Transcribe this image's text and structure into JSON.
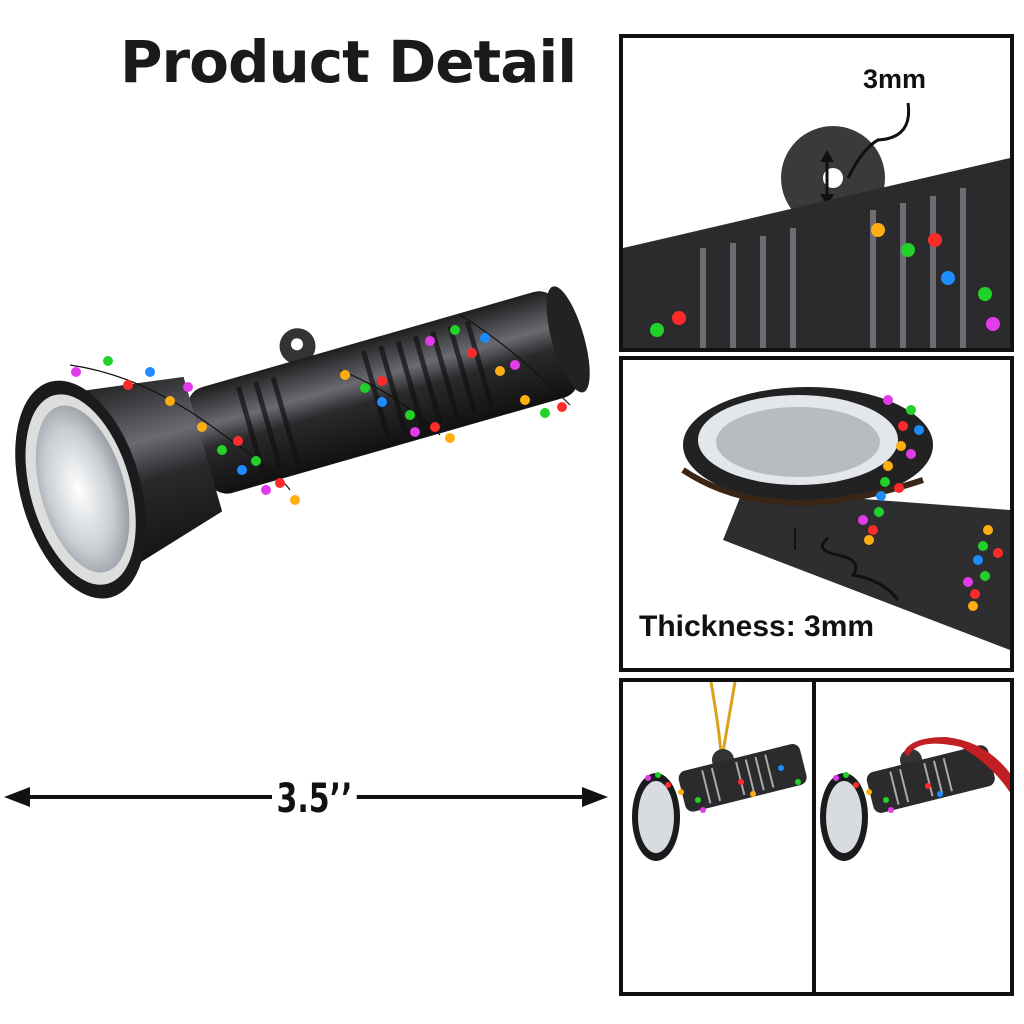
{
  "title": "Product Detail",
  "main_image": {
    "subject": "flashlight-ornament",
    "dimension_label": "3.5’’"
  },
  "panels": [
    {
      "id": "hole-detail",
      "label": "3mm"
    },
    {
      "id": "thickness-detail",
      "label": "Thickness: 3mm"
    },
    {
      "id": "gold-cord-variant",
      "label": ""
    },
    {
      "id": "red-ribbon-variant",
      "label": ""
    }
  ],
  "colors": {
    "body": "#2b2b2e",
    "body_highlight": "#8a8a90",
    "lens": "#e8ecef",
    "bulbs": [
      "#ff2a2a",
      "#22d12a",
      "#1e8cff",
      "#ffae12",
      "#e23bea"
    ],
    "cord": "#d9a21a",
    "ribbon": "#c21f24"
  }
}
